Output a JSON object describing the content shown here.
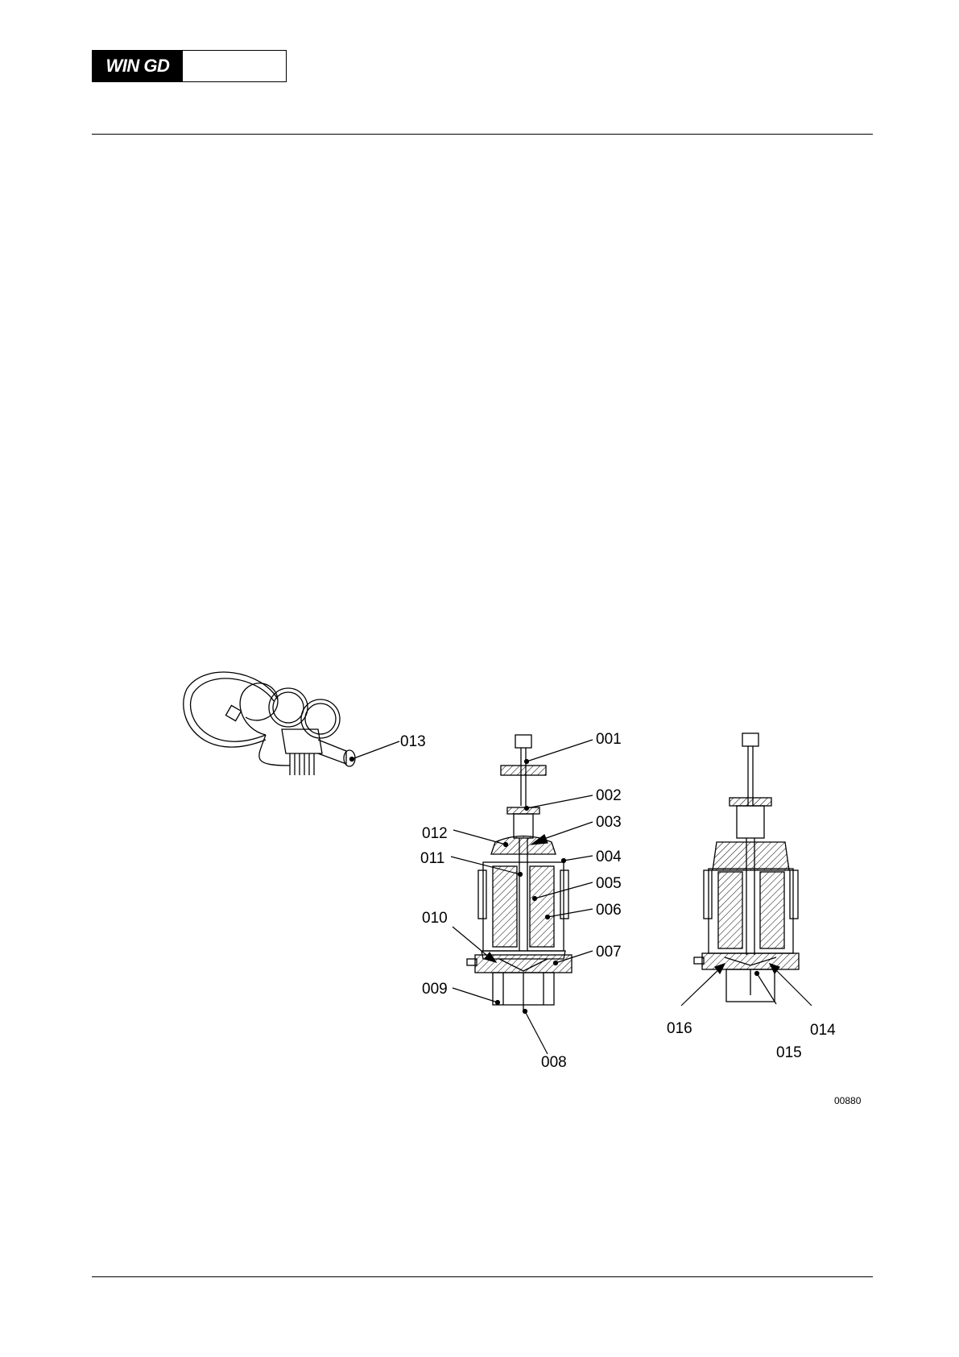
{
  "header": {
    "logo_text": "WIN GD"
  },
  "figure": {
    "figure_number": "00880",
    "callouts": {
      "c001": "001",
      "c002": "002",
      "c003": "003",
      "c004": "004",
      "c005": "005",
      "c006": "006",
      "c007": "007",
      "c008": "008",
      "c009": "009",
      "c010": "010",
      "c011": "011",
      "c012": "012",
      "c013": "013",
      "c014": "014",
      "c015": "015",
      "c016": "016"
    }
  }
}
